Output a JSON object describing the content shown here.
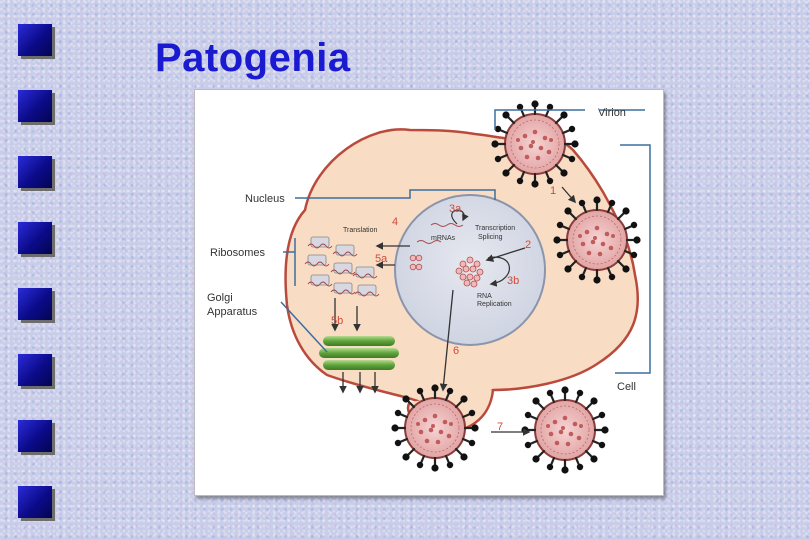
{
  "slide": {
    "title": "Patogenia",
    "bullet_count": 8
  },
  "figure": {
    "labels": {
      "virion": "Virion",
      "nucleus": "Nucleus",
      "ribosomes": "Ribosomes",
      "golgi_line1": "Golgi",
      "golgi_line2": "Apparatus",
      "cell": "Cell",
      "translation": "Translation",
      "mrnas": "mRNAs",
      "transcription_line1": "Transcription",
      "transcription_line2": "Splicing",
      "rna_line1": "RNA",
      "rna_line2": "Replication"
    },
    "steps": {
      "s1": "1",
      "s2": "2",
      "s3a": "3a",
      "s3b": "3b",
      "s4": "4",
      "s5a": "5a",
      "s5b": "5b",
      "s6": "6",
      "s7": "7"
    },
    "colors": {
      "cell_fill": "#f8dcc4",
      "cell_border": "#b94a3c",
      "nucleus_fill": "#d9dde8",
      "label_line": "#3b6e9e",
      "step_number": "#d24a3a",
      "golgi": "#6aa84f"
    }
  }
}
